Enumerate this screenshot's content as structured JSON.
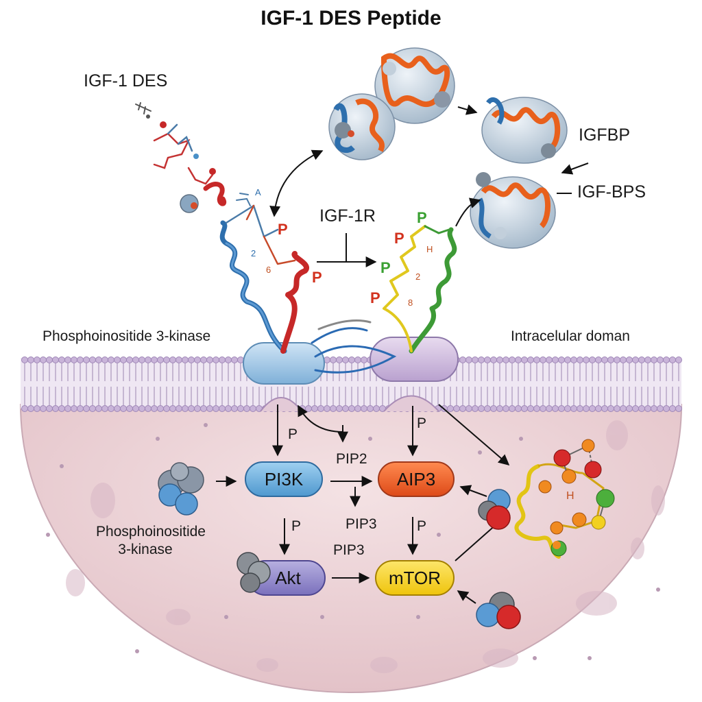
{
  "title": "IGF-1 DES Peptide",
  "labels": {
    "igf1_des": "IGF-1 DES",
    "igfbp": "IGFBP",
    "igf_bps": "IGF-BPS",
    "igf1r": "IGF-1R",
    "pi3k_left": "Phosphoinositide 3-kinase",
    "intracellular": "Intracelular doman",
    "pi3k_bottom_1": "Phosphoinositide",
    "pi3k_bottom_2": "3-kinase"
  },
  "nodes": {
    "pi3k": "PI3K",
    "aip3": "AIP3",
    "akt": "Akt",
    "mtor": "mTOR"
  },
  "edge_labels": {
    "p": "P",
    "pip2": "PIP2",
    "pip3": "PIP3",
    "pip3_b": "PIP3"
  },
  "residue_labels": {
    "a": "A",
    "n2": "2",
    "n6": "6",
    "n8": "8",
    "h": "H"
  },
  "colors": {
    "pi3k_node": "#6ab0dc",
    "aip3_node": "#ee5a28",
    "akt_node": "#8a80c8",
    "mtor_node": "#f5d020",
    "cytoplasm": "#ecd6da",
    "membrane": "#c9b4d9",
    "helix_blue": "#2e6fad",
    "helix_red": "#c62828",
    "helix_green": "#3d9a36",
    "helix_orange": "#e8601c"
  }
}
